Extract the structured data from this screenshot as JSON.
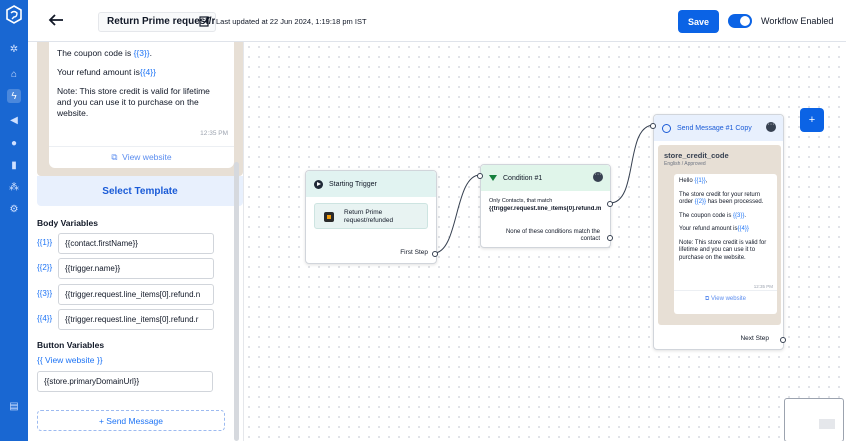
{
  "header": {
    "workflow_title": "Return Prime request/refunded",
    "last_updated": "Last updated at 22 Jun 2024, 1:19:18 pm IST",
    "save_label": "Save",
    "toggle_label": "Workflow Enabled",
    "toggle_on": true
  },
  "rail": {
    "icons": [
      "logo-icon",
      "crosshair-icon",
      "home-icon",
      "lightning-icon",
      "megaphone-icon",
      "chat-icon",
      "bar-chart-icon",
      "users-icon",
      "settings-icon",
      "book-icon"
    ]
  },
  "panel": {
    "preview_lines": [
      {
        "pre": "The coupon code is ",
        "var": "{{3}}",
        "post": "."
      },
      {
        "pre": "Your refund amount is",
        "var": "{{4}}",
        "post": ""
      }
    ],
    "preview_note": "Note: This store credit is valid for lifetime and you can use it to purchase on the website.",
    "preview_time": "12:35 PM",
    "preview_link": "View website",
    "select_template_label": "Select Template",
    "body_variables_title": "Body Variables",
    "body_variables": [
      {
        "label": "{{1}}",
        "value": "{{contact.firstName}}"
      },
      {
        "label": "{{2}}",
        "value": "{{trigger.name}}"
      },
      {
        "label": "{{3}}",
        "value": "{{trigger.request.line_items[0].refund.n"
      },
      {
        "label": "{{4}}",
        "value": "{{trigger.request.line_items[0].refund.r"
      }
    ],
    "button_variables_title": "Button Variables",
    "button_variable_link": "{{ View website }}",
    "button_variable_value": "{{store.primaryDomainUrl}}",
    "add_message_label": "+ Send Message"
  },
  "canvas": {
    "trigger_node": {
      "title": "Starting Trigger",
      "event": "Return Prime request/refunded",
      "footer": "First Step"
    },
    "condition_node": {
      "title": "Condition #1",
      "match_text": "Only Contacts, that match",
      "condition": "{{trigger.request.line_items[0].refund.m",
      "else_text": "None of these conditions match the contact"
    },
    "message_node": {
      "title": "Send Message #1 Copy",
      "template_name": "store_credit_code",
      "template_meta": "English / Approved",
      "lines": [
        {
          "pre": "Hello ",
          "var": "{{1}}",
          "post": ","
        },
        {
          "pre": "The store credit for your return order ",
          "var": "{{2}}",
          "post": " has been processed."
        },
        {
          "pre": "The coupon code is ",
          "var": "{{3}}",
          "post": "."
        },
        {
          "pre": "Your refund amount is",
          "var": "{{4}}",
          "post": ""
        },
        {
          "pre": "Note: This store credit is valid for lifetime and you can use it to purchase on the website.",
          "var": "",
          "post": ""
        }
      ],
      "time": "12:35 PM",
      "link": "View website",
      "footer": "Next Step"
    },
    "add_node_label": "+"
  }
}
